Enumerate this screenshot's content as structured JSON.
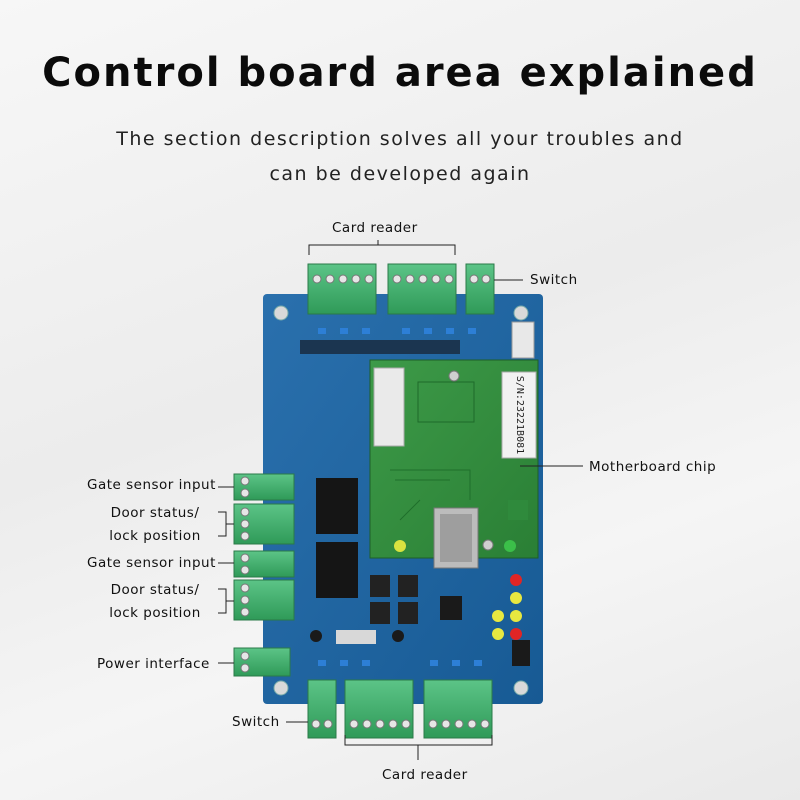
{
  "header": {
    "title": "Control board area explained",
    "subtitle_line1": "The section description solves all your troubles and",
    "subtitle_line2": "can be developed again"
  },
  "labels": {
    "card_reader_top": "Card reader",
    "switch_top": "Switch",
    "motherboard_chip": "Motherboard chip",
    "gate_sensor_1": "Gate sensor input",
    "door_status_1a": "Door status/",
    "door_status_1b": "lock position",
    "gate_sensor_2": "Gate sensor input",
    "door_status_2a": "Door status/",
    "door_status_2b": "lock position",
    "power_interface": "Power interface",
    "switch_bottom": "Switch",
    "card_reader_bottom": "Card reader"
  },
  "board": {
    "serial": "S/N:23221B081",
    "pcb_color": "#1a5c9a",
    "terminal_color": "#3dae6a",
    "module_color": "#2e8f3e"
  }
}
